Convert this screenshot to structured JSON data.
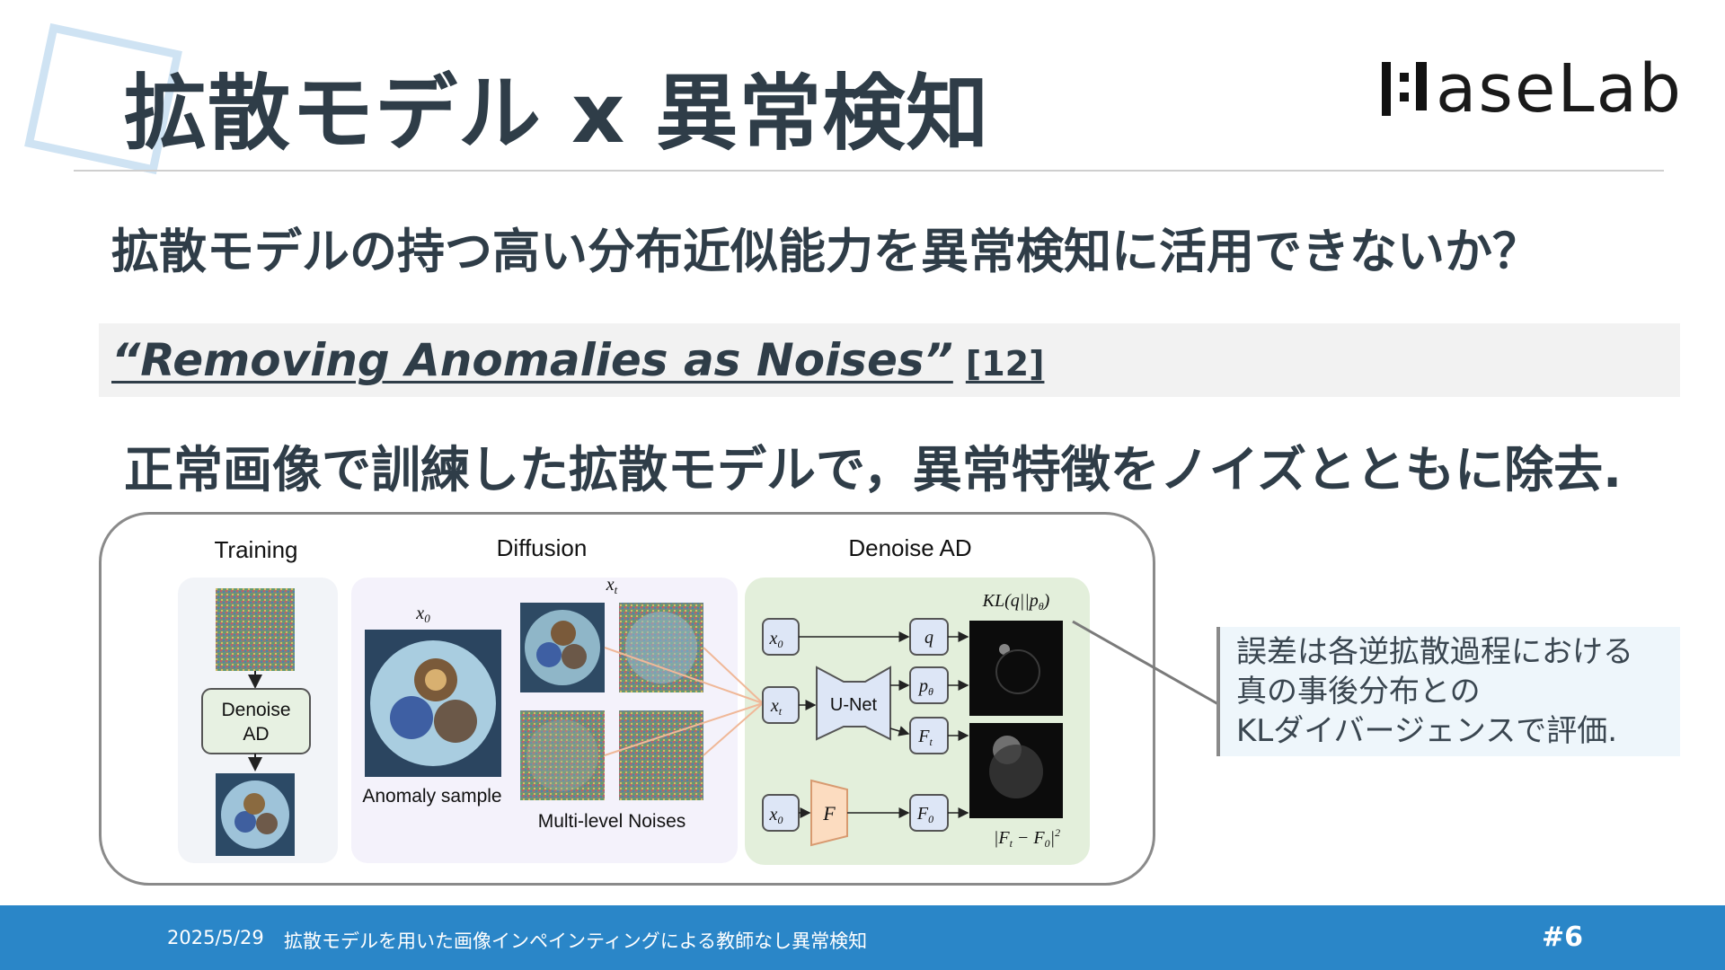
{
  "slide": {
    "title": "拡散モデル x 異常検知",
    "logo_text": "aseLab",
    "question": "拡散モデルの持つ高い分布近似能力を異常検知に活用できないか？",
    "banner_title": "“Removing Anomalies as Noises”",
    "banner_ref": "[12]",
    "statement": "正常画像で訓練した拡散モデルで，異常特徴をノイズとともに除去."
  },
  "figure": {
    "sections": {
      "training": "Training",
      "diffusion": "Diffusion",
      "denoise": "Denoise AD"
    },
    "training_box": [
      "Denoise",
      "AD"
    ],
    "x0": "x0",
    "xt": "xt",
    "anomaly_sample": "Anomaly sample",
    "multi_level": "Multi-level Noises",
    "unet": "U-Net",
    "F": "F",
    "nodes": {
      "x0": "x0",
      "xt": "xt",
      "q": "q",
      "p_theta": "pθ",
      "Ft": "Ft",
      "F0": "F0"
    },
    "kl_label": "KL(q||pθ)",
    "diff_label": "|Ft − F0|²"
  },
  "callout": {
    "lines": [
      "誤差は各逆拡散過程における",
      "真の事後分布との",
      "KLダイバージェンスで評価."
    ]
  },
  "footer": {
    "date": "2025/5/29",
    "title": "拡散モデルを用いた画像インペインティングによる教師なし異常検知",
    "page": "#6"
  },
  "colors": {
    "footer_bg": "#2a86c8",
    "text": "#2f3d48",
    "denoise_panel": "#e3efdb",
    "diffusion_panel": "#f4f2fb"
  }
}
